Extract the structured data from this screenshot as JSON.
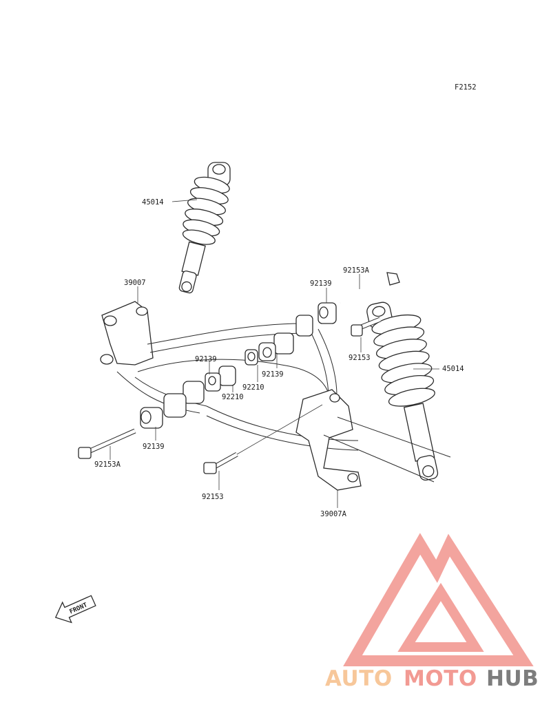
{
  "diagram": {
    "figure_code": "F2152",
    "callouts": {
      "shock_upper": "45014",
      "shock_right": "45014",
      "arm_upper_bracket": "39007",
      "arm_lower_bracket": "39007A",
      "bolt_top": "92153A",
      "bolt_left": "92153A",
      "bolt_right_small": "92153",
      "bolt_bottom": "92153",
      "bushing_top": "92139",
      "bushing_mid_a": "92139",
      "bushing_mid_b": "92139",
      "bushing_left": "92139",
      "collar_a": "92210",
      "collar_b": "92210"
    },
    "front_arrow_label": "FRONT"
  },
  "watermark": {
    "text_auto": "AUTO",
    "text_moto": "MOTO",
    "text_hub": "HUB",
    "color_triangle": "#f29a93",
    "color_auto": "#f7c79a",
    "color_moto": "#f29a93",
    "color_hub": "#7d7d7d"
  }
}
